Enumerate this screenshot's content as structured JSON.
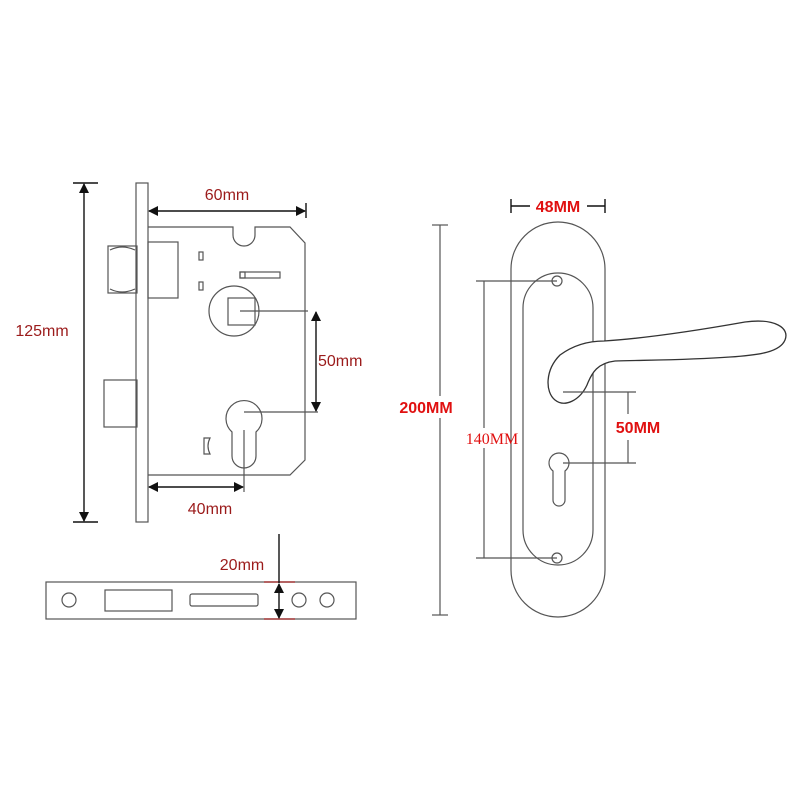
{
  "mortise": {
    "height_label": "125mm",
    "width_label": "60mm",
    "center_distance_label": "50mm",
    "backset_label": "40mm"
  },
  "strike_plate": {
    "height_label": "20mm"
  },
  "handle": {
    "width_label": "48MM",
    "height_label": "200MM",
    "screw_distance_label": "140MM",
    "center_distance_label": "50MM"
  },
  "colors": {
    "label_dark_red": "#9b1b1b",
    "label_red": "#e01010"
  }
}
